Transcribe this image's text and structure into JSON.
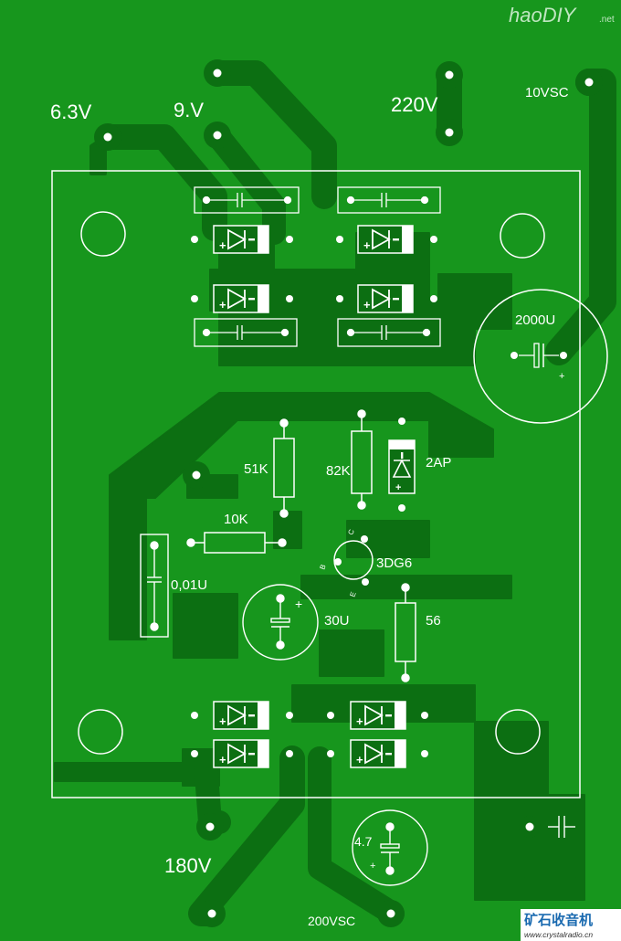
{
  "watermark": {
    "site": "haoDIY",
    "suffix": ".net"
  },
  "voltage_labels": {
    "v63": "6.3V",
    "v9": "9.V",
    "v220": "220V",
    "v10vsc": "10VSC",
    "v180": "180V",
    "v200vsc": "200VSC"
  },
  "components": {
    "c_2000u": "2000U",
    "r_51k": "51K",
    "r_82k": "82K",
    "d_2ap": "2AP",
    "r_10k": "10K",
    "t_3dg6": "3DG6",
    "pin_c": "C",
    "pin_b": "B",
    "pin_e": "E",
    "c_001u": "0,01U",
    "c_30u": "30U",
    "r_56": "56",
    "c_47": "4.7",
    "plus_sign": "+"
  },
  "logo": {
    "title": "矿石收音机",
    "url": "www.crystalradio.cn"
  },
  "colors": {
    "board": "#17961d",
    "copper": "#0c6f12",
    "silkscreen": "#ffffff"
  }
}
